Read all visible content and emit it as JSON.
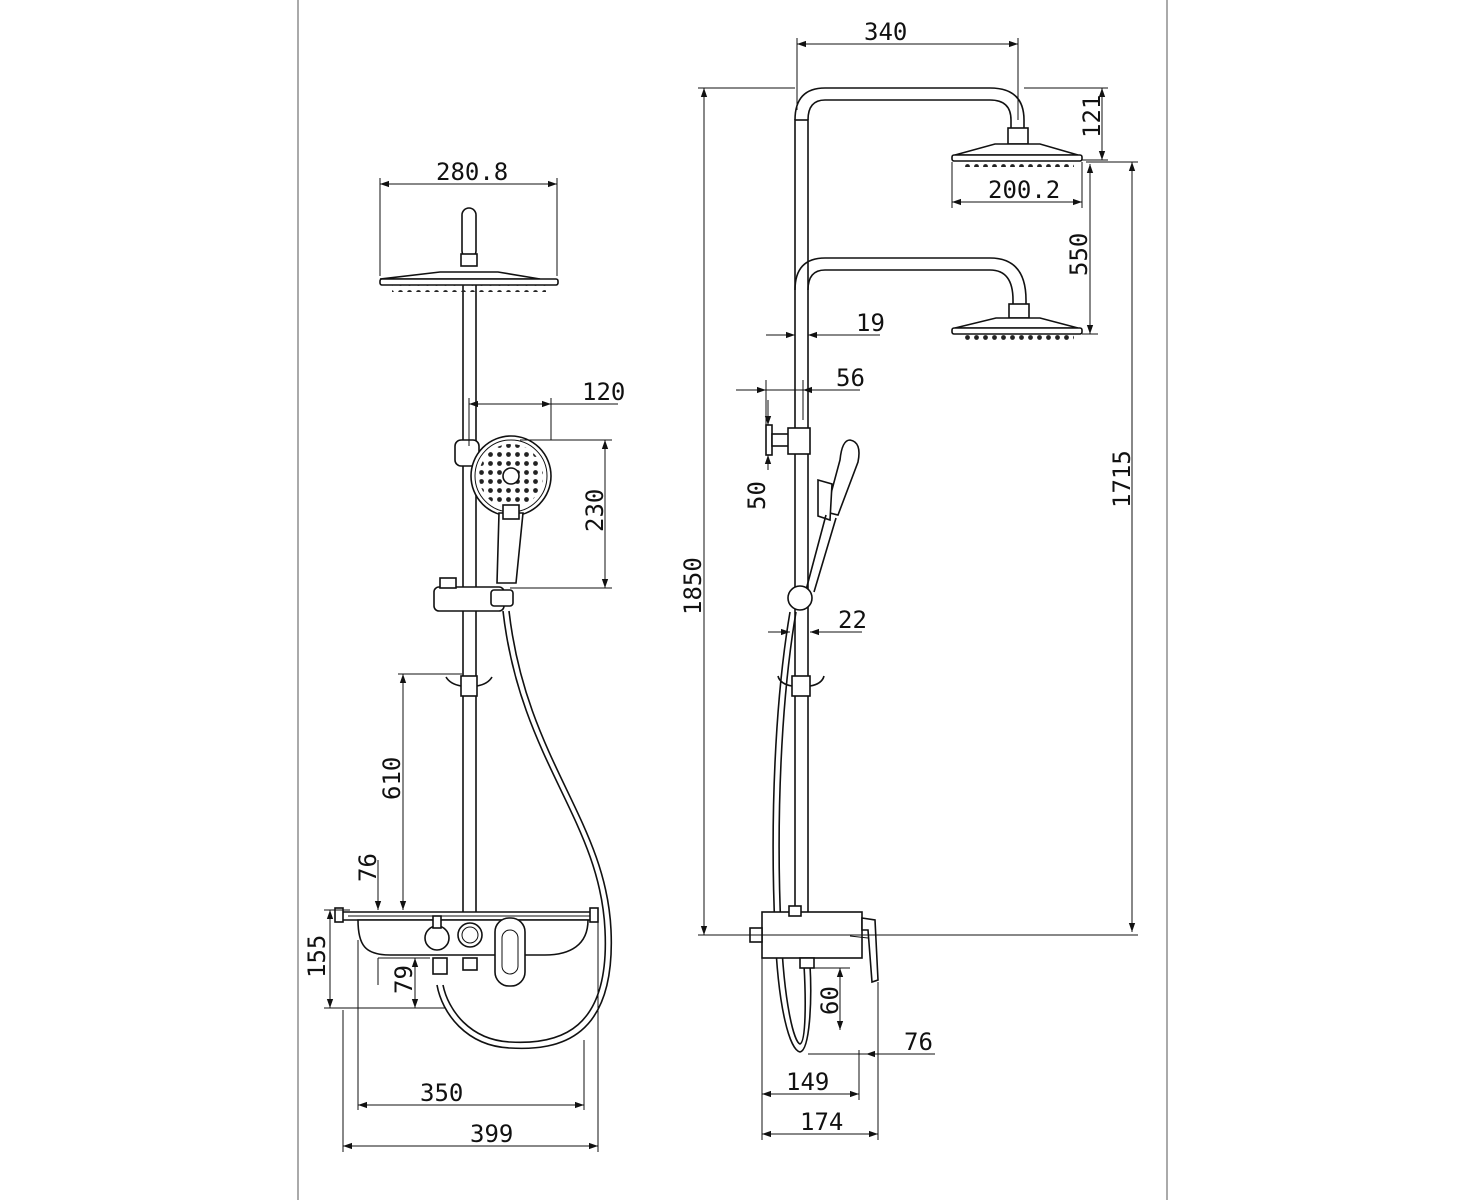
{
  "front_view": {
    "dimensions": {
      "overhead_diameter": "280.8",
      "hand_shower_offset": "120",
      "hand_shower_length": "230",
      "holder_height": "610",
      "shelf_offset": "76",
      "mixer_height": "155",
      "outlet_height": "79",
      "bar_width": "350",
      "total_width": "399"
    }
  },
  "side_view": {
    "dimensions": {
      "arm_reach": "340",
      "head_drop": "121",
      "small_head_diameter": "200.2",
      "head_spacing": "550",
      "pipe_diameter": "19",
      "bracket_offset": "56",
      "bracket_height": "50",
      "riser_diameter": "22",
      "total_height": "1850",
      "head_height": "1715",
      "outlet_drop": "60",
      "handle_offset": "76",
      "body_depth": "149",
      "total_depth": "174"
    }
  }
}
